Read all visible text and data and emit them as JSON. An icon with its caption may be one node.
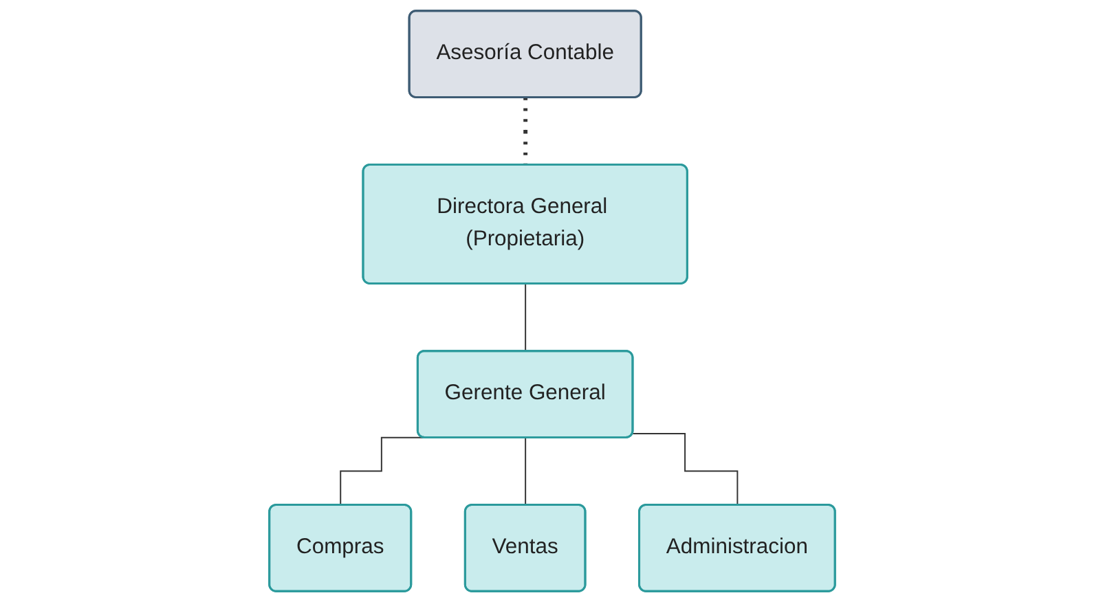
{
  "diagram": {
    "nodes": [
      {
        "text": [
          "Directora General (Propietaria)"
        ]
      },
      {
        "text": [
          "Asesoría Contable"
        ]
      },
      {
        "text": [
          "Gerente General"
        ]
      },
      {
        "text": [
          "Compras"
        ]
      },
      {
        "text": [
          "Ventas"
        ]
      },
      {
        "text": [
          "Administracion"
        ]
      }
    ],
    "edges": [
      {
        "from": 0,
        "to": 2,
        "arrow": "none"
      },
      {
        "from": 1,
        "to": 0,
        "arrow": "none",
        "style": "dashed"
      },
      {
        "from": 2,
        "to": 3,
        "arrow": "none"
      },
      {
        "from": 2,
        "to": 4,
        "arrow": "none"
      },
      {
        "from": 2,
        "to": 5,
        "arrow": "none"
      }
    ]
  }
}
